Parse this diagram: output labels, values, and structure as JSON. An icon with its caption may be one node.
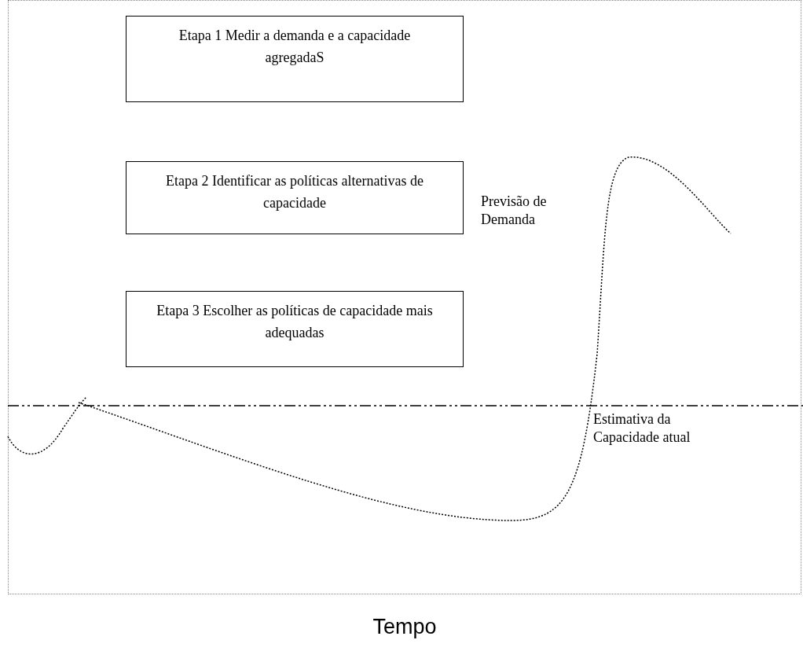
{
  "diagram": {
    "nodes": [
      {
        "text": [
          "Etapa 1 Medir a demanda e a capacidade agregadaS"
        ]
      },
      {
        "text": [
          "Etapa 2 Identificar as políticas alternativas de capacidade"
        ]
      },
      {
        "text": [
          "Etapa 3 Escolher as políticas de capacidade mais adequadas"
        ]
      }
    ],
    "labels": [
      "Previsão de Demanda",
      "Estimativa da Capacidade atual",
      "Tempo"
    ]
  }
}
